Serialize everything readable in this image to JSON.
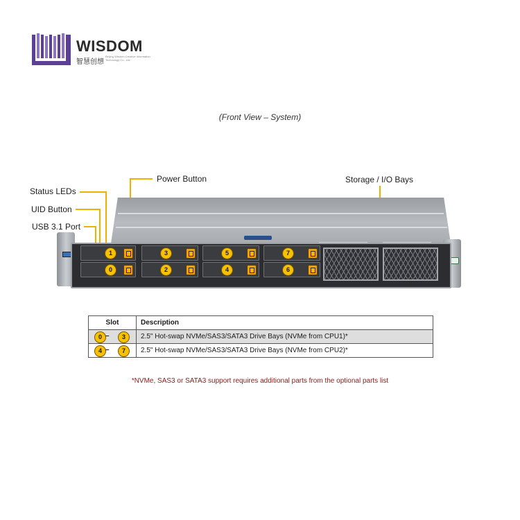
{
  "logo": {
    "wordmark": "WISDOM",
    "chinese": "智慧创想",
    "english": "Beijing Wisdom Creative Information Technology Co., Ltd."
  },
  "caption": "(Front View – System)",
  "callouts": {
    "status_leds": "Status LEDs",
    "uid_button": "UID Button",
    "usb_port": "USB 3.1 Port",
    "power_button": "Power Button",
    "storage_io_bays": "Storage / I/O Bays"
  },
  "bays": {
    "top_row": [
      "1",
      "3",
      "5",
      "7"
    ],
    "bottom_row": [
      "0",
      "2",
      "4",
      "6"
    ]
  },
  "table": {
    "headers": {
      "slot": "Slot",
      "description": "Description"
    },
    "rows": [
      {
        "slot_from": "0",
        "dash": "–",
        "slot_to": "3",
        "description": "2.5\" Hot-swap NVMe/SAS3/SATA3 Drive Bays (NVMe from CPU1)*"
      },
      {
        "slot_from": "4",
        "dash": "–",
        "slot_to": "7",
        "description": "2.5\" Hot-swap NVMe/SAS3/SATA3 Drive Bays (NVMe from CPU2)*"
      }
    ]
  },
  "footnote": "*NVMe, SAS3 or SATA3 support requires additional parts from the optional parts list",
  "colors": {
    "accent_yellow": "#f0b000",
    "footnote_red": "#8b1a1a",
    "logo_purple": "#5b3f99"
  }
}
